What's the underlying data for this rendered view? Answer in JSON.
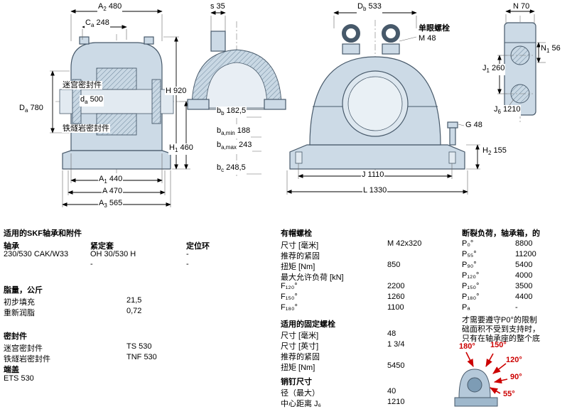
{
  "drawing": {
    "dims": {
      "a2": {
        "sym": "A",
        "sub": "2",
        "val": "480"
      },
      "ca": {
        "sym": "C",
        "sub": "a",
        "val": "248"
      },
      "s": {
        "sym": "s",
        "sub": "",
        "val": "35"
      },
      "db": {
        "sym": "D",
        "sub": "b",
        "val": "533"
      },
      "n": {
        "sym": "N",
        "sub": "",
        "val": "70"
      },
      "n1": {
        "sym": "N",
        "sub": "1",
        "val": "56"
      },
      "j1": {
        "sym": "J",
        "sub": "1",
        "val": "260"
      },
      "j6": {
        "sym": "J",
        "sub": "6",
        "val": "1210"
      },
      "g": {
        "sym": "G",
        "sub": "",
        "val": "48"
      },
      "h2": {
        "sym": "H",
        "sub": "2",
        "val": "155"
      },
      "h": {
        "sym": "H",
        "sub": "",
        "val": "920"
      },
      "h1": {
        "sym": "H",
        "sub": "1",
        "val": "460"
      },
      "da_outer": {
        "sym": "D",
        "sub": "a",
        "val": "780"
      },
      "da_inner": {
        "sym": "d",
        "sub": "a",
        "val": "500"
      },
      "a1": {
        "sym": "A",
        "sub": "1",
        "val": "440"
      },
      "a": {
        "sym": "A",
        "sub": "",
        "val": "470"
      },
      "a3": {
        "sym": "A",
        "sub": "3",
        "val": "565"
      },
      "bb": {
        "sym": "b",
        "sub": "b",
        "val": "182,5"
      },
      "bamin": {
        "sym": "b",
        "sub": "a,min",
        "val": "188"
      },
      "bamax": {
        "sym": "b",
        "sub": "a,max",
        "val": "243"
      },
      "bc": {
        "sym": "b",
        "sub": "c",
        "val": "248,5"
      },
      "j": {
        "sym": "J",
        "sub": "",
        "val": "1110"
      },
      "l": {
        "sym": "L",
        "sub": "",
        "val": "1330"
      }
    },
    "labels": {
      "labyrinth_seal": "迷宫密封件",
      "taconite_seal": "铁燧岩密封件",
      "eyebolt_title": "单眼螺栓",
      "eyebolt_size": "M 48"
    }
  },
  "table": {
    "left": {
      "title": "适用的SKF轴承和附件",
      "col_headers": [
        "轴承",
        "紧定套",
        "定位环"
      ],
      "bearing": "230/530 CAK/W33",
      "sleeve": "OH 30/530 H",
      "ring1": "-",
      "sleeve2": "-",
      "ring2": "-",
      "grease_title": "脂量，公斤",
      "grease_rows": [
        {
          "label": "初步填充",
          "value": "21,5"
        },
        {
          "label": "重新润脂",
          "value": "0,72"
        }
      ],
      "seals_title": "密封件",
      "seal_rows": [
        {
          "label": "迷宫密封件",
          "value": "TS 530"
        },
        {
          "label": "铁燧岩密封件",
          "value": "TNF 530"
        }
      ],
      "endcover_title": "端盖",
      "endcover_value": "ETS 530"
    },
    "middle": {
      "cap_bolts_title": "有帽螺栓",
      "rows1": [
        {
          "label": "尺寸 [毫米]",
          "value": "M 42x320"
        },
        {
          "label": "推荐的紧固",
          "value": ""
        },
        {
          "label": "扭矩 [Nm]",
          "value": "850"
        },
        {
          "label": "最大允许负荷 [kN]",
          "value": ""
        },
        {
          "label": "F₁₂₀°",
          "value": "2200"
        },
        {
          "label": "F₁₅₀°",
          "value": "1260"
        },
        {
          "label": "F₁₈₀°",
          "value": "1100"
        }
      ],
      "fixing_bolts_title": "适用的固定螺栓",
      "rows2": [
        {
          "label": "尺寸 [毫米]",
          "value": "48"
        },
        {
          "label": "尺寸 [英寸]",
          "value": "1 3/4"
        },
        {
          "label": "推荐的紧固",
          "value": ""
        },
        {
          "label": "扭矩 [Nm]",
          "value": "5450"
        }
      ],
      "pins_title": "销钉尺寸",
      "rows3": [
        {
          "label": "径（最大）",
          "value": "40"
        },
        {
          "label": "中心距离 J₆",
          "value": "1210"
        }
      ]
    },
    "right": {
      "break_title": "断裂负荷，轴承箱，的",
      "rows": [
        {
          "label": "P₀°",
          "value": "8800"
        },
        {
          "label": "P₅₅°",
          "value": "11200"
        },
        {
          "label": "P₉₀°",
          "value": "5400"
        },
        {
          "label": "P₁₂₀°",
          "value": "4000"
        },
        {
          "label": "P₁₅₀°",
          "value": "3500"
        },
        {
          "label": "P₁₈₀°",
          "value": "4400"
        },
        {
          "label": "Pₐ",
          "value": "-"
        }
      ],
      "note_lines": [
        "才需要遵守P0°的限制",
        "础面积不受到支持时，",
        "只有在轴承座的整个底"
      ],
      "angles": [
        "180°",
        "150°",
        "120°",
        "90°",
        "55°"
      ]
    }
  }
}
